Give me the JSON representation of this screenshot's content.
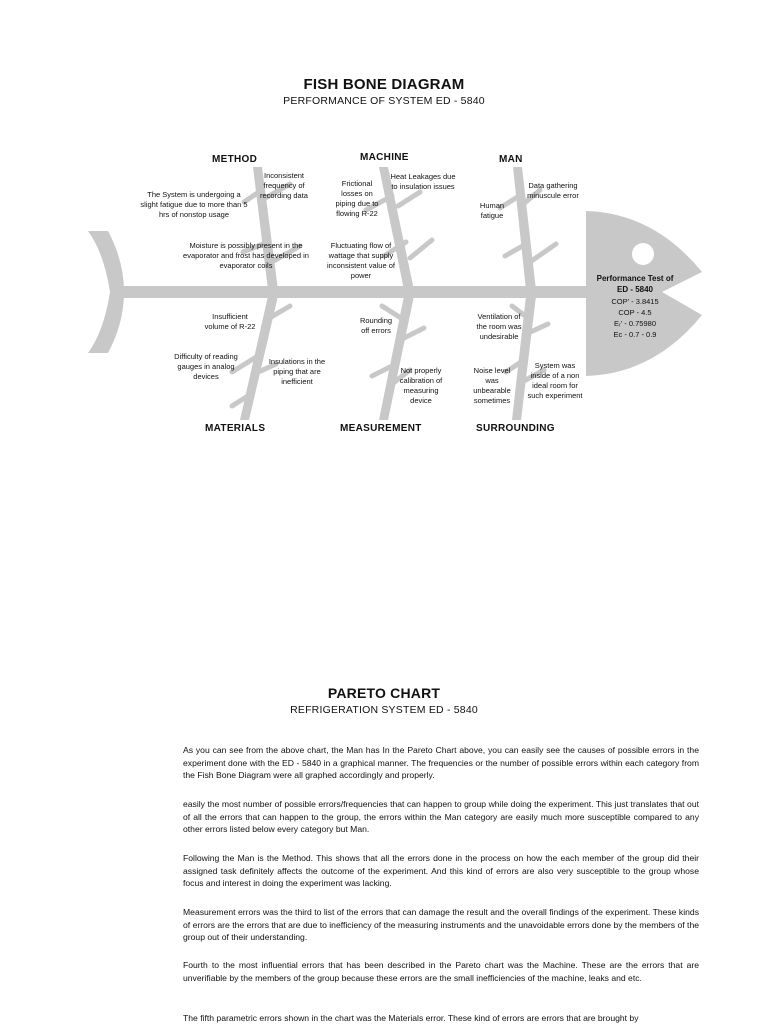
{
  "fishbone": {
    "title": "FISH BONE DIAGRAM",
    "subtitle": "PERFORMANCE OF SYSTEM ED - 5840",
    "categories": {
      "method": "METHOD",
      "machine": "MACHINE",
      "man": "MAN",
      "materials": "MATERIALS",
      "measurement": "MEASUREMENT",
      "surrounding": "SURROUNDING"
    },
    "causes": {
      "method_1": "Inconsistent frequency of recording data",
      "method_2": "The System is undergoing a slight fatigue due to more than 5 hrs of nonstop usage",
      "method_3": "Moisture is possibly present in the evaporator and frost has developed in evaporator coils",
      "machine_1": "Frictional losses on piping due to flowing R-22",
      "machine_2": "Heat Leakages due to insulation issues",
      "machine_3": "Fluctuating flow of wattage that supply inconsistent value of power",
      "man_1": "Human fatigue",
      "man_2": "Data gathering minuscule error",
      "materials_1": "Insufficient volume of R-22",
      "materials_2": "Difficulty of reading gauges in analog devices",
      "materials_3": "Insulations in the piping that are inefficient",
      "measurement_1": "Rounding off errors",
      "measurement_2": "Not properly calibration of measuring device",
      "surrounding_1": "Ventilation of the room was undesirable",
      "surrounding_2": "Noise level was unbearable sometimes",
      "surrounding_3": "System was inside of a non ideal room for such experiment"
    },
    "head": {
      "line1": "Performance Test of",
      "line2": "ED - 5840",
      "v1": "COP' - 3.8415",
      "v2": "COP - 4.5",
      "v3": "Eᵣ' - 0.75980",
      "v4": "Ec - 0.7 - 0.9"
    },
    "colors": {
      "bone": "#c8c8c8",
      "eye": "#ffffff"
    }
  },
  "pareto": {
    "title": "PARETO CHART",
    "subtitle": "REFRIGERATION SYSTEM ED - 5840",
    "paragraphs": [
      "As you can see from the above chart, the Man has In the Pareto Chart above, you can easily see the causes of possible errors in the experiment done with the ED - 5840 in a graphical manner. The frequencies or the number of possible errors within each category from the Fish Bone Diagram were all graphed accordingly and properly.",
      "easily the most number of possible errors/frequencies that can happen to group while doing the experiment. This just translates that out of all the errors that can happen to the group, the errors within the Man category are easily much more susceptible compared to any other errors listed below every category but Man.",
      "Following the Man is the Method. This shows that all the errors done in the process on how the each member of the group did their assigned task definitely affects the outcome of the experiment. And this kind of errors are also very susceptible to the group whose focus and interest in doing the experiment was lacking.",
      "Measurement errors was the third to list of the errors that can damage the result and the overall findings of the experiment. These kinds of errors are the errors that are due to inefficiency of the measuring instruments and the unavoidable errors done by the members of the group out of their understanding.",
      "Fourth to the most influential errors that has been described in the Pareto chart was the Machine. These are the errors that are unverifiable by the members of the group because these errors are the small inefficiencies of the machine, leaks and etc.",
      "The fifth parametric errors shown in the chart was the Materials error. These kind of errors are errors that are brought by"
    ]
  }
}
